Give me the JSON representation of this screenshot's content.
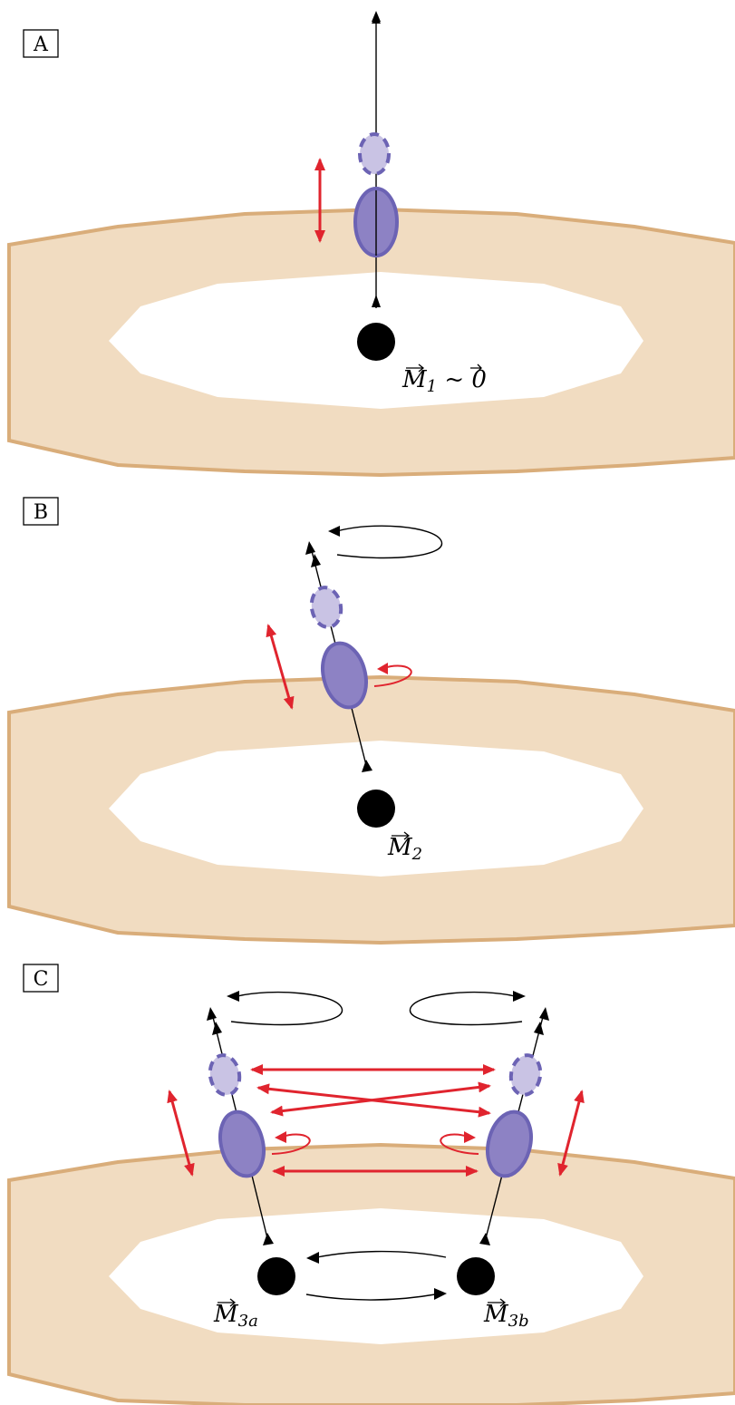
{
  "panels": [
    {
      "label": "A",
      "moment_label": {
        "symbol": "M",
        "subscript": "1",
        "suffix": " ~ 0"
      }
    },
    {
      "label": "B",
      "moment_label": {
        "symbol": "M",
        "subscript": "2",
        "suffix": ""
      }
    },
    {
      "label": "C",
      "moment_labels": [
        {
          "symbol": "M",
          "subscript": "3a"
        },
        {
          "symbol": "M",
          "subscript": "3b"
        }
      ]
    }
  ],
  "colors": {
    "ring_fill": "#f1dcc1",
    "ring_edge": "#d9ad7a",
    "spin": "#8d82c4",
    "arrow_red": "#e0242e"
  }
}
